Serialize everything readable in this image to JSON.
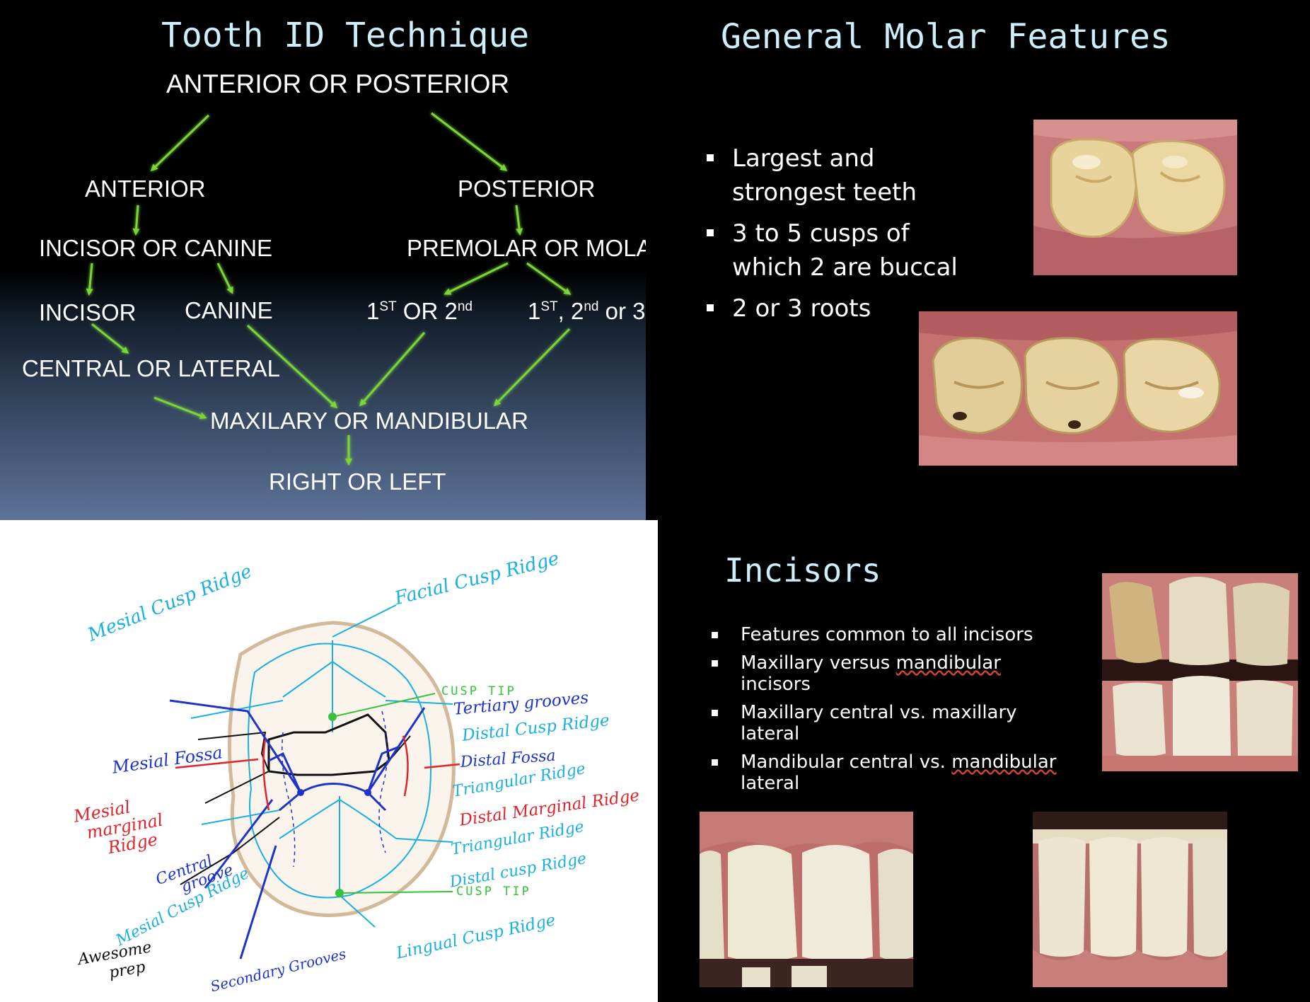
{
  "tooth_id": {
    "title": "Tooth ID Technique",
    "root": "ANTERIOR OR POSTERIOR",
    "anterior": "ANTERIOR",
    "posterior": "POSTERIOR",
    "incisor_or_canine": "INCISOR OR CANINE",
    "premolar_or_molar": "PREMOLAR OR MOLAR",
    "incisor": "INCISOR",
    "canine": "CANINE",
    "premolar_order": {
      "n1": "1",
      "s1": "ST",
      "mid": " OR 2",
      "s2": "nd"
    },
    "molar_order": {
      "n1": "1",
      "s1": "ST",
      "mid": ", 2",
      "s2": "nd",
      "tail": " or 3"
    },
    "central_or_lateral": "CENTRAL OR LATERAL",
    "maxillary_or_mandibular": "MAXILARY OR MANDIBULAR",
    "right_or_left": "RIGHT OR LEFT",
    "arrow_color": "#7bd43a"
  },
  "molar": {
    "title": "General Molar Features",
    "bullets": [
      "Largest and strongest teeth",
      "3 to 5 cusps of which 2 are buccal",
      "2 or 3 roots"
    ]
  },
  "sketch": {
    "left_labels": {
      "mesial_cusp_ridge": "Mesial Cusp Ridge",
      "mesial_fossa": "Mesial Fossa",
      "mesial_marginal_ridge": [
        "Mesial",
        "marginal",
        "Ridge"
      ],
      "central_groove": [
        "Central",
        "groove"
      ],
      "mesial_cusp_ridge_lower": "Mesial Cusp Ridge",
      "awesome_prep": [
        "Awesome",
        "prep"
      ],
      "secondary_grooves": "Secondary Grooves"
    },
    "right_labels": {
      "facial_cusp_ridge": "Facial Cusp Ridge",
      "cusp_tip_top": "CUSP TIP",
      "tertiary_grooves": "Tertiary grooves",
      "distal_cusp_ridge": "Distal Cusp Ridge",
      "distal_fossa": "Distal Fossa",
      "triangular_ridge": "Triangular Ridge",
      "distal_marginal_ridge": "Distal Marginal Ridge",
      "triangular_ridge_2": "Triangular Ridge",
      "distal_cusp_ridge_2": "Distal cusp Ridge",
      "cusp_tip_bottom": "CUSP TIP",
      "lingual_cusp_ridge": "Lingual Cusp Ridge"
    },
    "colors": {
      "blue": "#1f33c8",
      "cyan": "#1ab0e0",
      "red": "#e0242c",
      "green": "#36c23a",
      "black": "#111111"
    }
  },
  "incisors": {
    "title": "Incisors",
    "bullets": [
      {
        "text": "Features common to all incisors"
      },
      {
        "pre": "Maxillary versus ",
        "u": "mandibular",
        "post": " incisors"
      },
      {
        "text": "Maxillary central vs. maxillary lateral"
      },
      {
        "pre": "Mandibular central vs. ",
        "u": "mandibular",
        "post": " lateral"
      }
    ]
  }
}
